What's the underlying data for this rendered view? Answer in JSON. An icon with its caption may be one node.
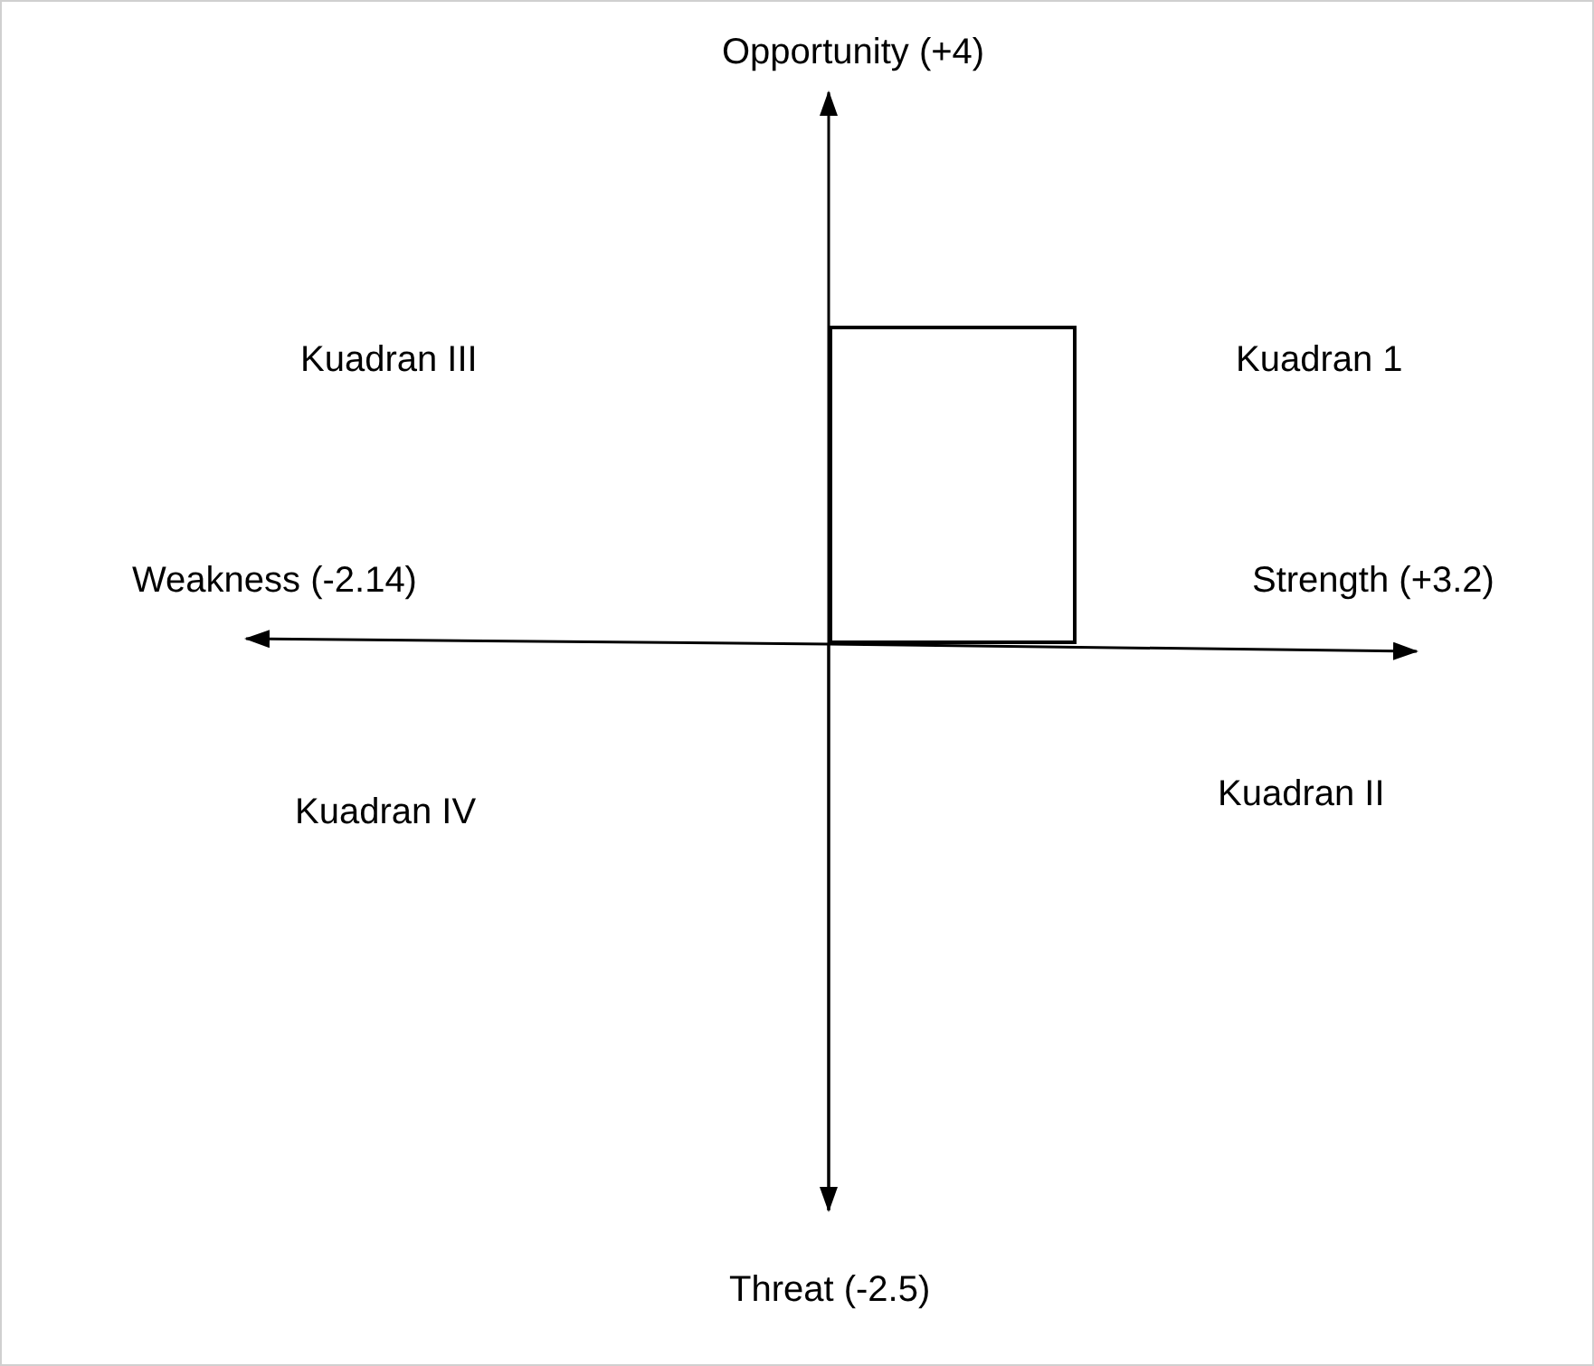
{
  "diagram": {
    "nodes": [
      {
        "text": [],
        "shape": "box"
      }
    ],
    "edges": [],
    "labels": [
      "Opportunity (+4)",
      "Kuadran III",
      "Kuadran 1",
      "Weakness (-2.14)",
      "Strength (+3.2)",
      "Kuadran IV",
      "Kuadran II",
      "Threat (-2.5)"
    ]
  }
}
